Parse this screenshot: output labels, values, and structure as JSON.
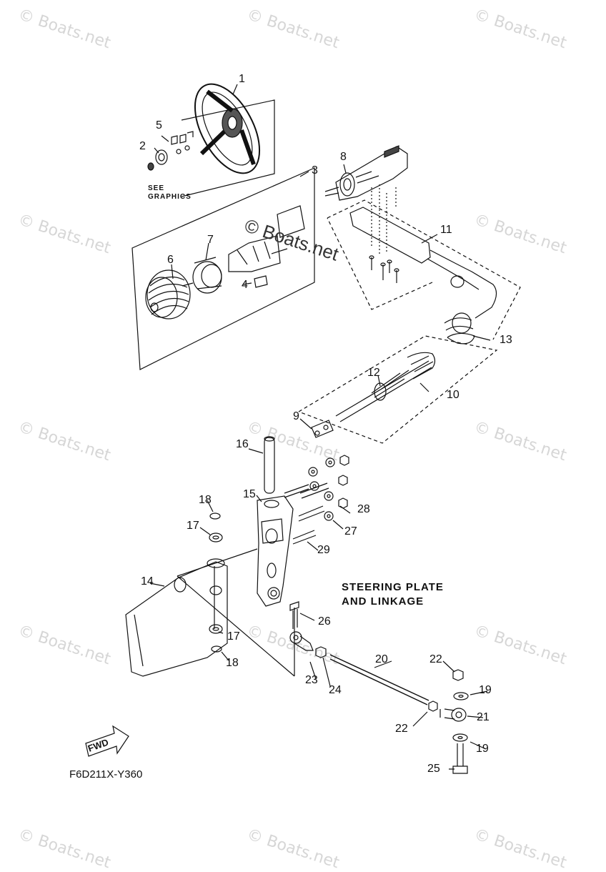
{
  "watermark": "© Boats.net",
  "center_watermark": "© Boats.net",
  "title_line1": "STEERING PLATE",
  "title_line2": "AND LINKAGE",
  "diagram_code": "F6D211X-Y360",
  "see_graphics_line1": "SEE",
  "see_graphics_line2": "GRAPHICS",
  "fwd_label": "FWD",
  "callouts": [
    "1",
    "2",
    "3",
    "4",
    "5",
    "6",
    "7",
    "8",
    "9",
    "10",
    "11",
    "12",
    "13",
    "14",
    "15",
    "16",
    "17",
    "17",
    "18",
    "18",
    "19",
    "19",
    "20",
    "21",
    "22",
    "22",
    "23",
    "24",
    "25",
    "26",
    "27",
    "28",
    "29"
  ]
}
